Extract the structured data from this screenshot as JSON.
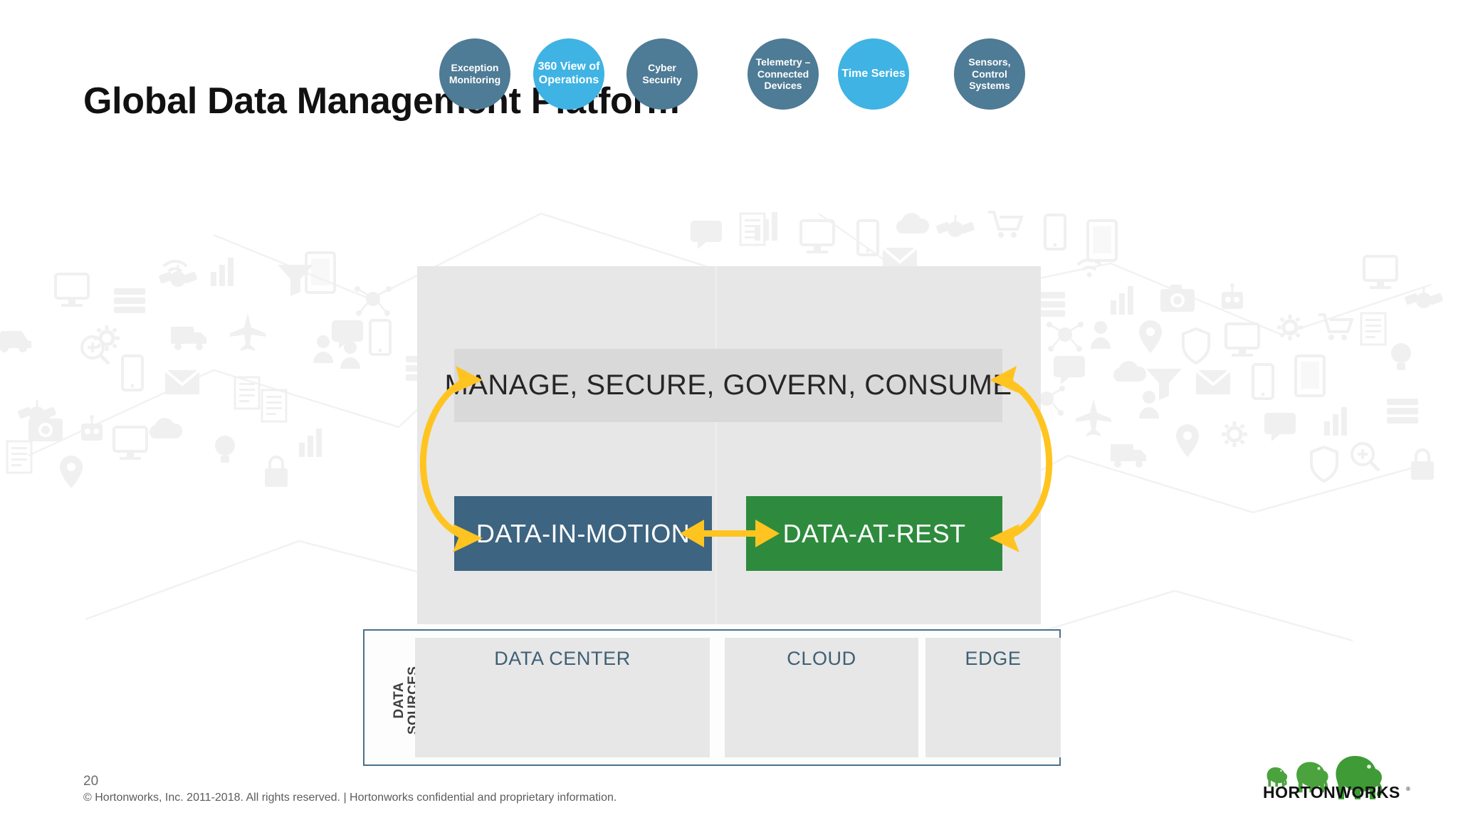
{
  "slide": {
    "title": "Global Data Management Platform"
  },
  "platform": {
    "banner": {
      "label": "MANAGE, SECURE, GOVERN, CONSUME"
    },
    "blocks": [
      {
        "label": "DATA-IN-MOTION",
        "color": "#3d6480"
      },
      {
        "label": "DATA-AT-REST",
        "color": "#2e8b3d"
      }
    ],
    "arrow_color": "#ffc420",
    "container_color": "#e7e7e8"
  },
  "data_sources": {
    "axis_label": "DATA\nSOURCES",
    "border_color": "#4a7089",
    "panels": [
      {
        "title": "DATA CENTER",
        "circles": [
          {
            "label": "Exception\nMonitoring",
            "style": "slate",
            "color": "#4e7b95"
          },
          {
            "label": "360 View of\nOperations",
            "style": "cyan",
            "color": "#3fb3e3"
          },
          {
            "label": "Cyber\nSecurity",
            "style": "slate",
            "color": "#4e7b95"
          }
        ]
      },
      {
        "title": "CLOUD",
        "circles": [
          {
            "label": "Telemetry –\nConnected\nDevices",
            "style": "slate",
            "color": "#4e7b95"
          },
          {
            "label": "Time Series",
            "style": "cyan",
            "color": "#3fb3e3"
          }
        ]
      },
      {
        "title": "EDGE",
        "circles": [
          {
            "label": "Sensors,\nControl\nSystems",
            "style": "slate",
            "color": "#4e7b95"
          }
        ]
      }
    ]
  },
  "footer": {
    "slide_number": "20",
    "copyright": "© Hortonworks, Inc. 2011-2018. All rights reserved. | Hortonworks confidential and proprietary information."
  },
  "logo": {
    "wordmark": "HORTONWORKS",
    "trademark": "®",
    "elephant_color": "#4aa33c",
    "elephant_color_dark": "#2f8a2b"
  }
}
